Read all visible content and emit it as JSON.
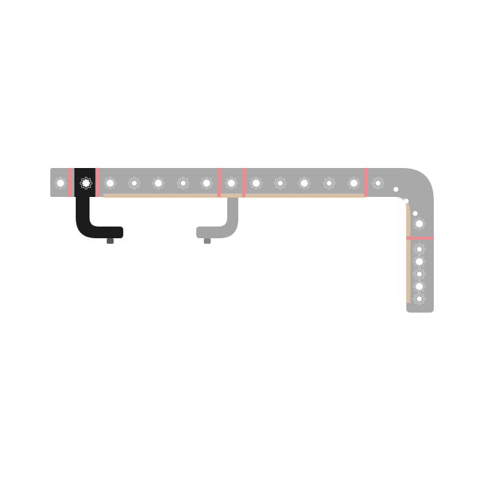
{
  "product": {
    "colors": {
      "background": "#ffffff",
      "rail": "#a9a9a9",
      "rail_highlight": "#c8c8c8",
      "wood": "#d8bfa6",
      "band": "#f08a8f",
      "highlighted_part": "#1c1c1c",
      "hole": "#ffffff"
    },
    "icons": [
      "handle-rail",
      "mounting-bracket-highlighted",
      "mounting-bracket",
      "thumb-screw"
    ]
  }
}
